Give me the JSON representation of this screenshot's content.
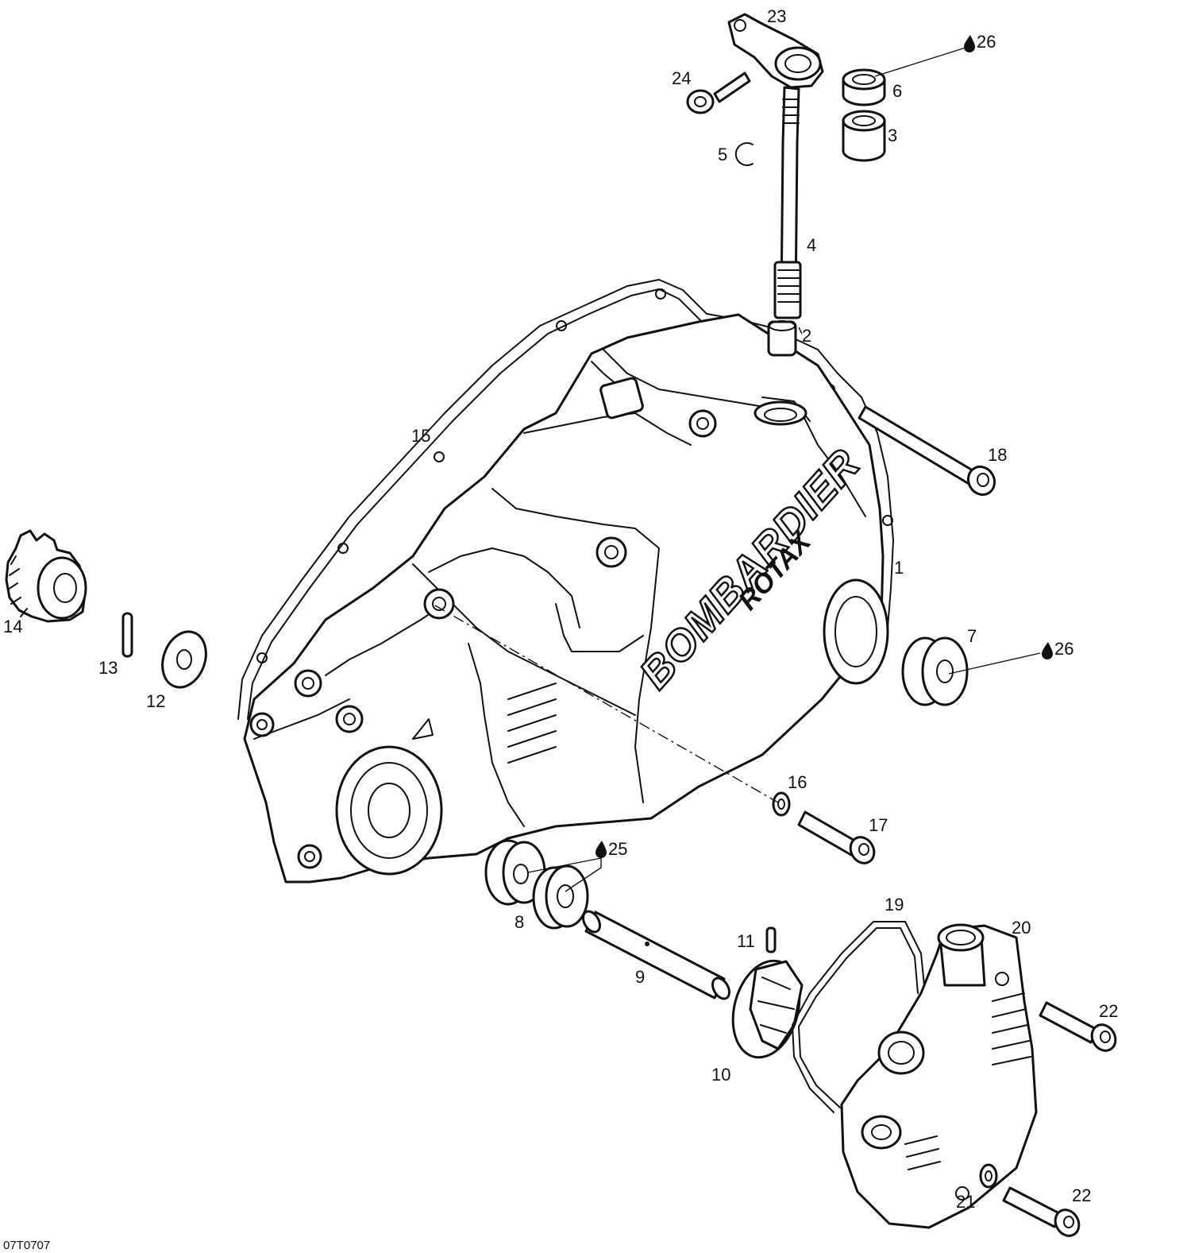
{
  "diagram": {
    "drawing_code": "07T0707",
    "brand_text": "BOMBARDIER",
    "brand_subtext": "ROTAX",
    "callouts": [
      {
        "id": "1",
        "text": "1"
      },
      {
        "id": "2",
        "text": "2"
      },
      {
        "id": "3",
        "text": "3"
      },
      {
        "id": "4",
        "text": "4"
      },
      {
        "id": "5",
        "text": "5"
      },
      {
        "id": "6",
        "text": "6"
      },
      {
        "id": "7",
        "text": "7"
      },
      {
        "id": "8",
        "text": "8"
      },
      {
        "id": "9",
        "text": "9"
      },
      {
        "id": "10",
        "text": "10"
      },
      {
        "id": "11",
        "text": "11"
      },
      {
        "id": "12",
        "text": "12"
      },
      {
        "id": "13",
        "text": "13"
      },
      {
        "id": "14",
        "text": "14"
      },
      {
        "id": "15",
        "text": "15"
      },
      {
        "id": "16",
        "text": "16"
      },
      {
        "id": "17",
        "text": "17"
      },
      {
        "id": "18",
        "text": "18"
      },
      {
        "id": "19",
        "text": "19"
      },
      {
        "id": "20",
        "text": "20"
      },
      {
        "id": "21",
        "text": "21"
      },
      {
        "id": "22a",
        "text": "22"
      },
      {
        "id": "22b",
        "text": "22"
      },
      {
        "id": "23",
        "text": "23"
      },
      {
        "id": "24",
        "text": "24"
      },
      {
        "id": "25",
        "text": "25",
        "lubricant": true
      },
      {
        "id": "26a",
        "text": "26",
        "lubricant": true
      },
      {
        "id": "26b",
        "text": "26",
        "lubricant": true
      }
    ]
  }
}
